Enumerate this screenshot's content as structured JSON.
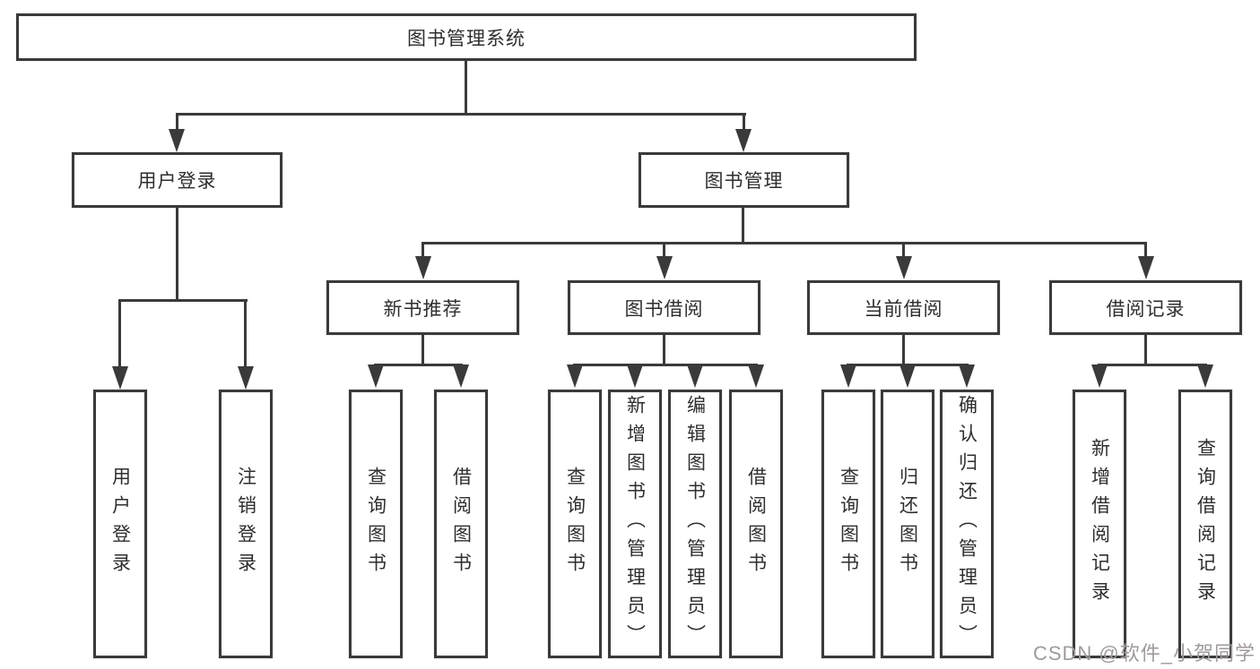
{
  "colors": {
    "line": "#3a3a3a",
    "text": "#2e2e2e",
    "watermark": "#a09a9a",
    "bg": "#ffffff"
  },
  "tree": {
    "root": {
      "label": "图书管理系统"
    },
    "branches": [
      {
        "label": "用户登录",
        "children": [
          {
            "label": "用户登录"
          },
          {
            "label": "注销登录"
          }
        ]
      },
      {
        "label": "图书管理",
        "children": [
          {
            "label": "新书推荐",
            "children": [
              {
                "label": "查询图书"
              },
              {
                "label": "借阅图书"
              }
            ]
          },
          {
            "label": "图书借阅",
            "children": [
              {
                "label": "查询图书"
              },
              {
                "label": "新增图书（管理员）"
              },
              {
                "label": "编辑图书（管理员）"
              },
              {
                "label": "借阅图书"
              }
            ]
          },
          {
            "label": "当前借阅",
            "children": [
              {
                "label": "查询图书"
              },
              {
                "label": "归还图书"
              },
              {
                "label": "确认归还（管理员）"
              }
            ]
          },
          {
            "label": "借阅记录",
            "children": [
              {
                "label": "新增借阅记录"
              },
              {
                "label": "查询借阅记录"
              }
            ]
          }
        ]
      }
    ]
  },
  "watermark": {
    "text": "CSDN @软件_小贺同学"
  }
}
